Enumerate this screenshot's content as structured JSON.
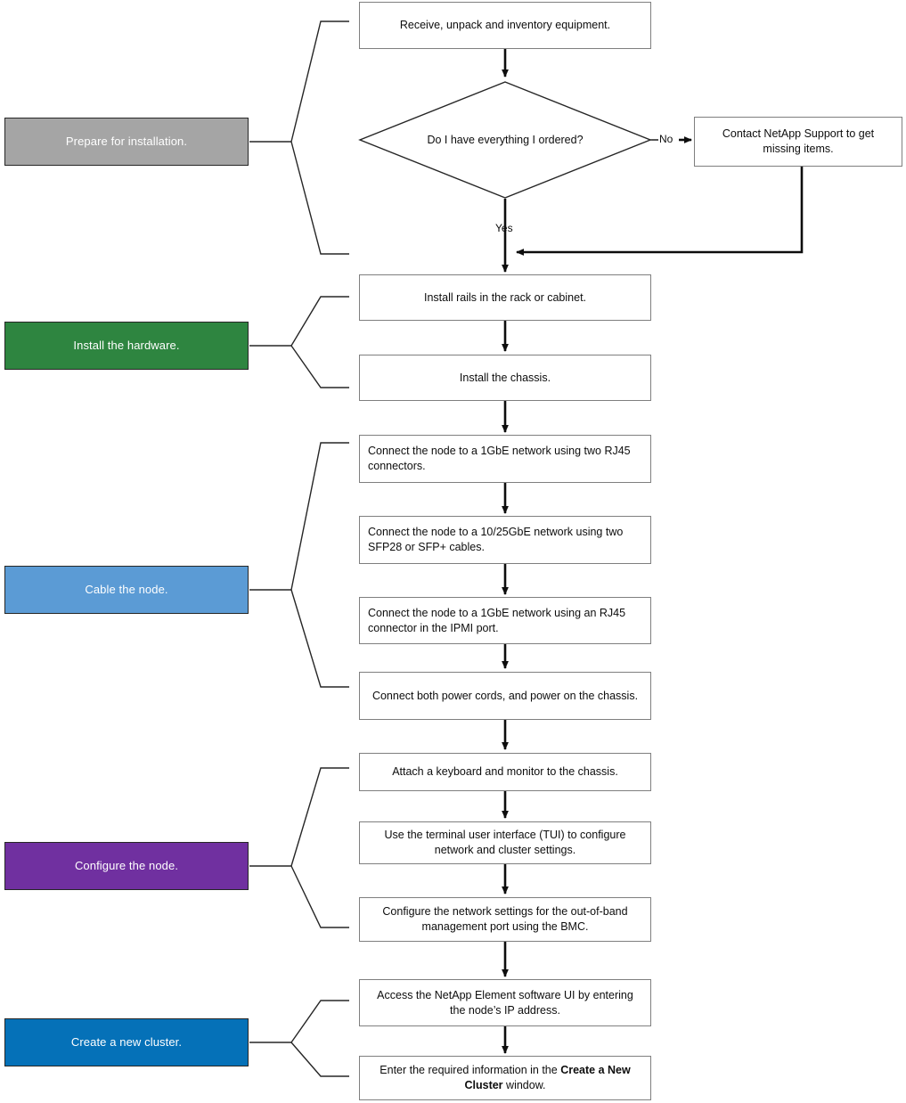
{
  "diagram": {
    "title": "NetApp storage node installation workflow",
    "colors": {
      "stage_prepare": "#a5a5a5",
      "stage_install": "#2e8540",
      "stage_cable": "#5b9bd5",
      "stage_configure": "#7030a0",
      "stage_cluster": "#0571b8",
      "box_border": "#7f7f7f",
      "stage_border": "#262626",
      "connector": "#0d0d0d",
      "text_dark": "#0d0d0d",
      "text_light": "#ffffff"
    }
  },
  "stages": [
    {
      "id": "prepare",
      "label": "Prepare for installation."
    },
    {
      "id": "install",
      "label": "Install the hardware."
    },
    {
      "id": "cable",
      "label": "Cable the node."
    },
    {
      "id": "configure",
      "label": "Configure the node."
    },
    {
      "id": "cluster",
      "label": "Create a new cluster."
    }
  ],
  "steps": {
    "receive": "Receive, unpack and inventory equipment.",
    "support": "Contact NetApp Support to get missing items.",
    "rails": "Install rails in the rack or cabinet.",
    "chassis": "Install the chassis.",
    "cable_1gbe": "Connect the node to a 1GbE network using two RJ45 connectors.",
    "cable_25gbe": "Connect the node to a 10/25GbE network using two SFP28 or SFP+ cables.",
    "cable_ipmi": "Connect the node to a 1GbE network using an RJ45 connector in the IPMI port.",
    "cable_power": "Connect both power cords, and power on the chassis.",
    "attach_kvm": "Attach a keyboard and monitor to the chassis.",
    "tui": "Use the terminal user interface (TUI) to configure network and cluster settings.",
    "bmc": "Configure the network settings for the out-of-band management port using the BMC.",
    "access_ui": "Access the NetApp Element software UI by entering the node’s IP address.",
    "new_cluster_pre": "Enter the required information in the ",
    "new_cluster_bold": "Create a New Cluster",
    "new_cluster_post": " window."
  },
  "decision": {
    "question": "Do I have everything I ordered?",
    "branch_no": "No",
    "branch_yes": "Yes"
  }
}
